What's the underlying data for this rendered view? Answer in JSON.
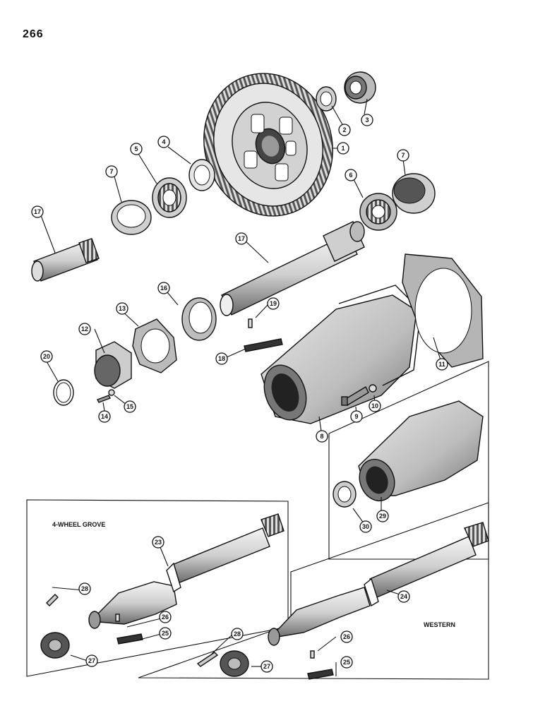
{
  "page_number": "266",
  "inset_labels": {
    "four_wheel_grove": "4-WHEEL GROVE",
    "western": "WESTERN"
  },
  "callouts": {
    "c1": "1",
    "c2": "2",
    "c3": "3",
    "c4": "4",
    "c5": "5",
    "c6": "6",
    "c7a": "7",
    "c7b": "7",
    "c8": "8",
    "c9": "9",
    "c10": "10",
    "c11": "11",
    "c12": "12",
    "c13": "13",
    "c14": "14",
    "c15": "15",
    "c16": "16",
    "c17a": "17",
    "c17b": "17",
    "c18": "18",
    "c19": "19",
    "c20": "20",
    "c23": "23",
    "c24": "24",
    "c25a": "25",
    "c25b": "25",
    "c26a": "26",
    "c26b": "26",
    "c27a": "27",
    "c27b": "27",
    "c28a": "28",
    "c28b": "28",
    "c29": "29",
    "c30": "30"
  },
  "colors": {
    "ink": "#111111",
    "shade": "#9a9a9a",
    "dark": "#2a2a2a",
    "paper": "#ffffff"
  }
}
